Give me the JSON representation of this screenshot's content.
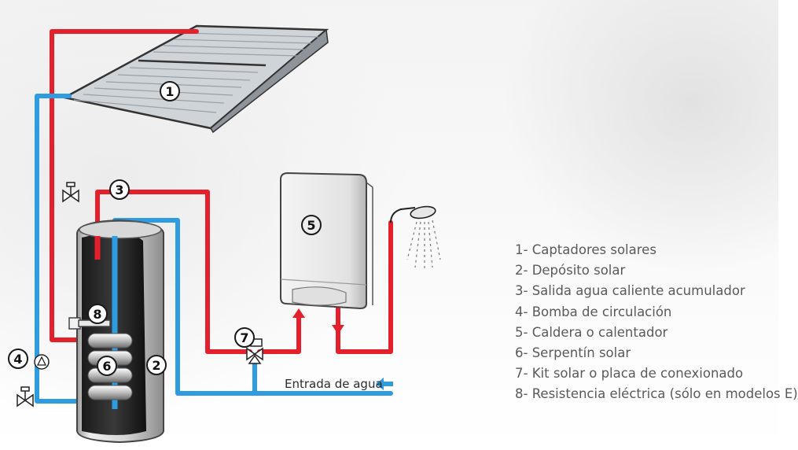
{
  "callouts": [
    "1",
    "2",
    "3",
    "4",
    "5",
    "6",
    "7",
    "8"
  ],
  "legend": [
    "1- Captadores solares",
    "2- Depósito solar",
    "3- Salida agua caliente acumulador",
    "4- Bomba de circulación",
    "5- Caldera o calentador",
    "6- Serpentín solar",
    "7- Kit solar o placa de conexionado",
    "8- Resistencia eléctrica (sólo en modelos E)"
  ],
  "water_inlet_label": "Entrada de agua",
  "colors": {
    "hot_pipe": "#e4202d",
    "cold_pipe": "#2f9be0",
    "text": "#5a5a5a"
  }
}
